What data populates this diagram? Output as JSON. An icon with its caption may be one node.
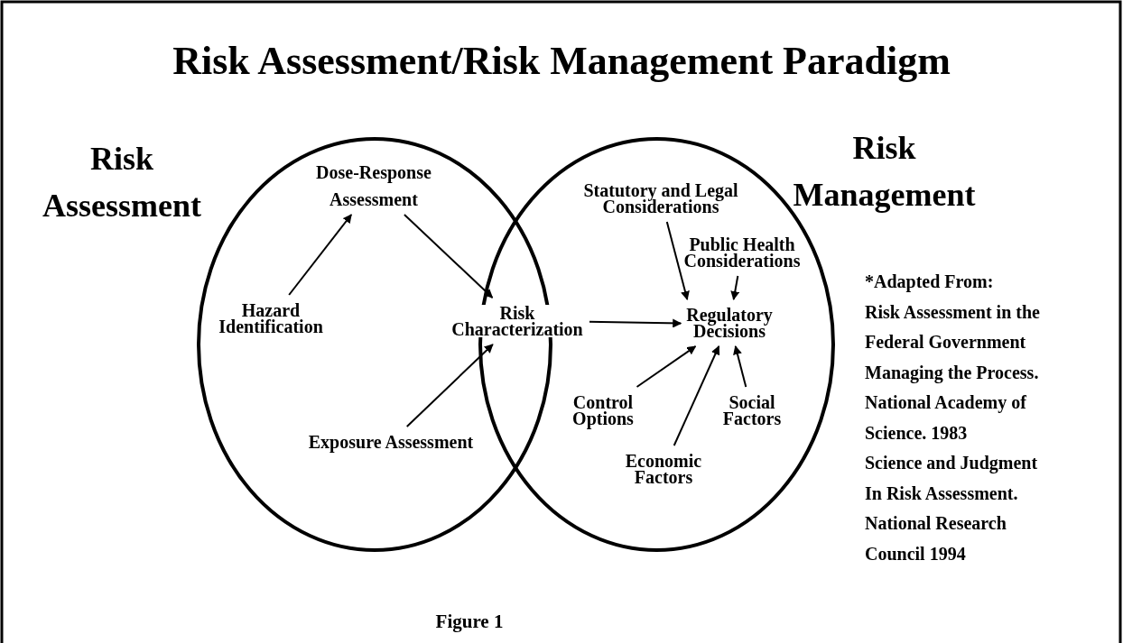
{
  "diagram": {
    "title": "Risk Assessment/Risk Management Paradigm",
    "caption": "Figure 1",
    "nodes": [
      {
        "text": [
          "Risk Assessment"
        ]
      },
      {
        "text": [
          "Risk Management"
        ]
      },
      {
        "text": [
          "Dose-Response Assessment"
        ],
        "in": 0
      },
      {
        "text": [
          "Hazard Identification"
        ],
        "in": 0
      },
      {
        "text": [
          "Exposure Assessment"
        ],
        "in": 0
      },
      {
        "text": [
          "Risk Characterization"
        ]
      },
      {
        "text": [
          "Statutory and Legal Considerations"
        ],
        "in": 1
      },
      {
        "text": [
          "Public Health Considerations"
        ],
        "in": 1
      },
      {
        "text": [
          "Regulatory Decisions"
        ],
        "in": 1
      },
      {
        "text": [
          "Control Options"
        ],
        "in": 1
      },
      {
        "text": [
          "Economic Factors"
        ],
        "in": 1
      },
      {
        "text": [
          "Social Factors"
        ],
        "in": 1
      }
    ],
    "edges": [
      {
        "from": 3,
        "to": 2,
        "arrow": "to"
      },
      {
        "from": 2,
        "to": 5,
        "arrow": "to"
      },
      {
        "from": 4,
        "to": 5,
        "arrow": "to"
      },
      {
        "from": 5,
        "to": 8,
        "arrow": "to"
      },
      {
        "from": 6,
        "to": 8,
        "arrow": "to"
      },
      {
        "from": 7,
        "to": 8,
        "arrow": "to"
      },
      {
        "from": 9,
        "to": 8,
        "arrow": "to"
      },
      {
        "from": 10,
        "to": 8,
        "arrow": "to"
      },
      {
        "from": 11,
        "to": 8,
        "arrow": "to"
      }
    ],
    "labels": [
      "*Adapted From:",
      "Risk Assessment in the Federal Government Managing the Process. National Academy of Science. 1983",
      "Science and Judgment In Risk Assessment. National Research Council 1994"
    ]
  }
}
